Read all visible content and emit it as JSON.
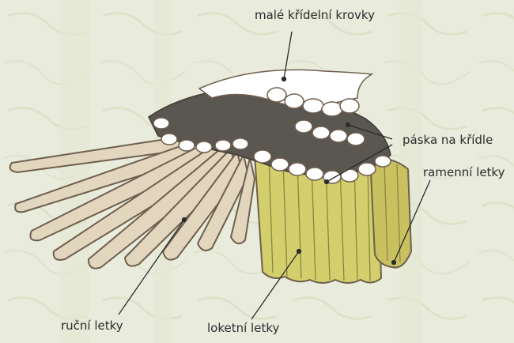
{
  "labels": {
    "lesser_coverts": "malé křídelní krovky",
    "wing_bar": "páska na křídle",
    "tertials": "ramenní letky",
    "primaries": "ruční letky",
    "secondaries": "loketní letky"
  },
  "colors": {
    "background": "#e9ecdc",
    "primaries": "#e2d6bf",
    "secondaries": "#d3cf6c",
    "tertials": "#c9c060",
    "wing_bar": "#5a5650",
    "coverts": "#ffffff",
    "outline": "#6f5f4e",
    "leader_line": "#2b2b2b"
  }
}
